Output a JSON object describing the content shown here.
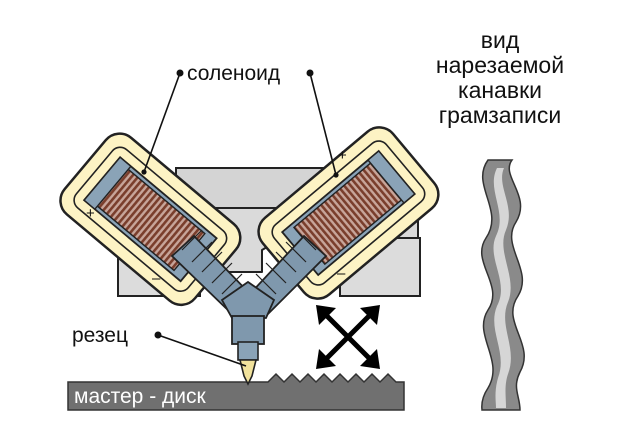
{
  "labels": {
    "solenoid": "соленоид",
    "cutter": "резец",
    "master_disc": "мастер - диск",
    "plus": "+",
    "minus": "–",
    "groove_view": [
      "вид",
      "нарезаемой",
      "канавки",
      "грамзаписи"
    ]
  },
  "icons": {
    "motion_arrows": "four-way-diagonal-arrows-icon"
  },
  "colors": {
    "yoke_outer": "#fdf3c4",
    "yoke_stroke": "#222222",
    "pole_gray": "#d9d9d9",
    "coil_core": "#8aa3b7",
    "winding": "#8a4a35",
    "winding_bg": "#c7a59a",
    "stylus_body": "#7f98ad",
    "cutter_tip": "#f1e29c",
    "disc": "#6f6f6f",
    "groove_outer": "#8a8a8a",
    "groove_inner": "#d7d7d7"
  }
}
